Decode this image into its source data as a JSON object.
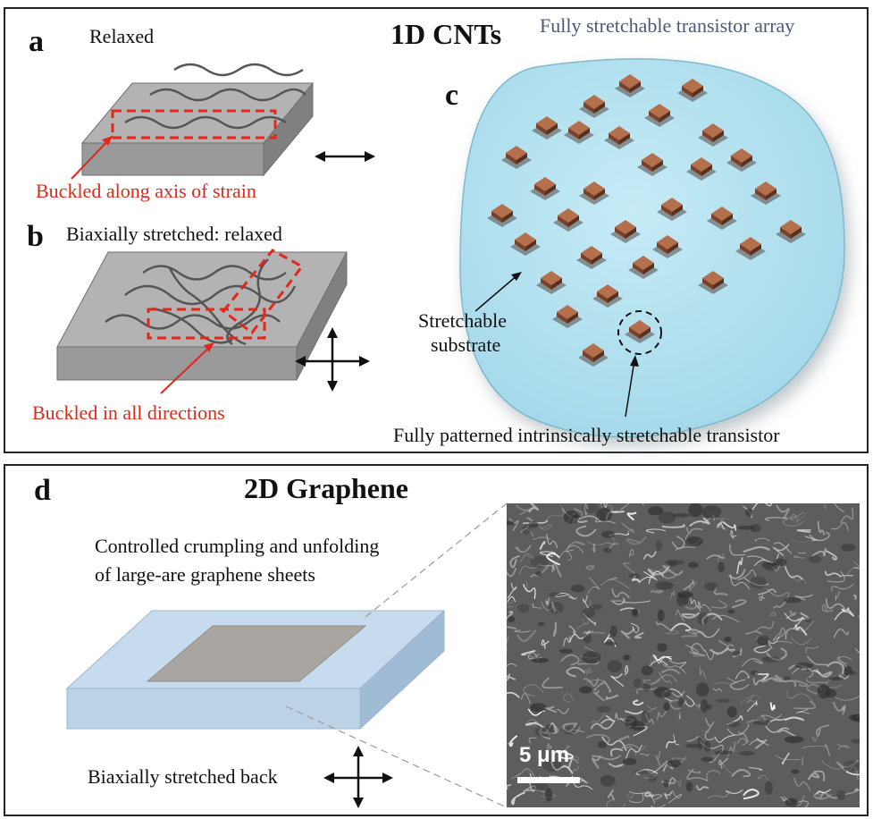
{
  "top_panel": {
    "title": "1D CNTs",
    "a": {
      "label": "a",
      "state": "Relaxed",
      "annotation": "Buckled along axis of strain"
    },
    "b": {
      "label": "b",
      "state": "Biaxially stretched: relaxed",
      "annotation": "Buckled in all directions"
    },
    "c": {
      "label": "c",
      "array_title": "Fully stretchable transistor array",
      "substrate_label_line1": "Stretchable",
      "substrate_label_line2": "substrate",
      "transistor_label": "Fully patterned intrinsically stretchable transistor"
    }
  },
  "bottom_panel": {
    "label": "d",
    "title": "2D Graphene",
    "caption_line1": "Controlled crumpling and unfolding",
    "caption_line2": "of large-are graphene sheets",
    "stretch_label": "Biaxially stretched back",
    "scale_bar": "5 μm"
  },
  "colors": {
    "annotation_red": "#e0281c",
    "substrate_blue": "#b5e0ef",
    "slab_gray": "#a9a9a9",
    "graphene_blue": "#b8d4ea",
    "transistor_copper": "#a45f3d"
  }
}
